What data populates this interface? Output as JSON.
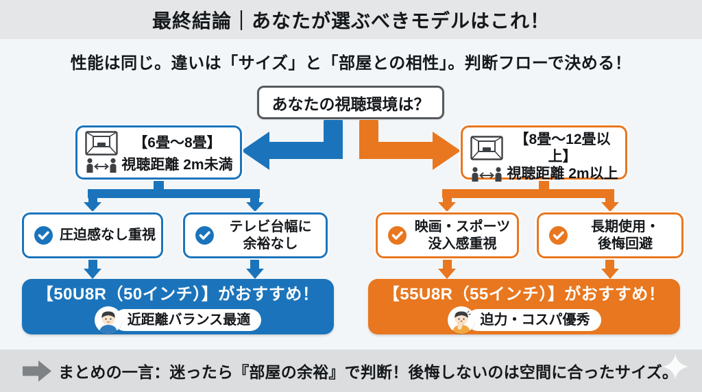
{
  "header": {
    "title": "最終結論｜あなたが選ぶべきモデルはこれ！"
  },
  "intro": "性能は同じ。違いは「サイズ」と「部屋との相性」。判断フローで決める！",
  "flow": {
    "question": "あなたの視聴環境は？",
    "left": {
      "env_line1": "【6畳～8畳】",
      "env_line2": "視聴距離 2m未満",
      "criteria": [
        "圧迫感なし重視",
        "テレビ台幅に\n余裕なし"
      ],
      "result": "【50U8R（50インチ）】がおすすめ！",
      "badge": "近距離バランス最適",
      "color": "#1B74BB"
    },
    "right": {
      "env_line1": "【8畳～12畳以上】",
      "env_line2": "視聴距離 2m以上",
      "criteria": [
        "映画・スポーツ\n没入感重視",
        "長期使用・\n後悔回避"
      ],
      "result": "【55U8R（55インチ）】がおすすめ！",
      "badge": "迫力・コスパ優秀",
      "color": "#E8771F"
    }
  },
  "footer": {
    "summary": "まとめの一言：迷ったら『部屋の余裕』で判断！後悔しないのは空間に合ったサイズ。"
  },
  "icons": {
    "room": "room-icon",
    "viewing_distance": "viewing-distance-icon",
    "check": "check-icon",
    "avatar_left": "person-avatar-icon",
    "avatar_right": "person-thinking-avatar-icon",
    "footer_arrow": "right-arrow-icon",
    "sparkle": "sparkle-icon"
  },
  "colors": {
    "blue_accent": "#1B74BB",
    "orange_accent": "#E8771F",
    "header_bg": "#E4E6E7",
    "main_bg": "#F3F6F8",
    "footer_bg": "#DBDDDE"
  }
}
